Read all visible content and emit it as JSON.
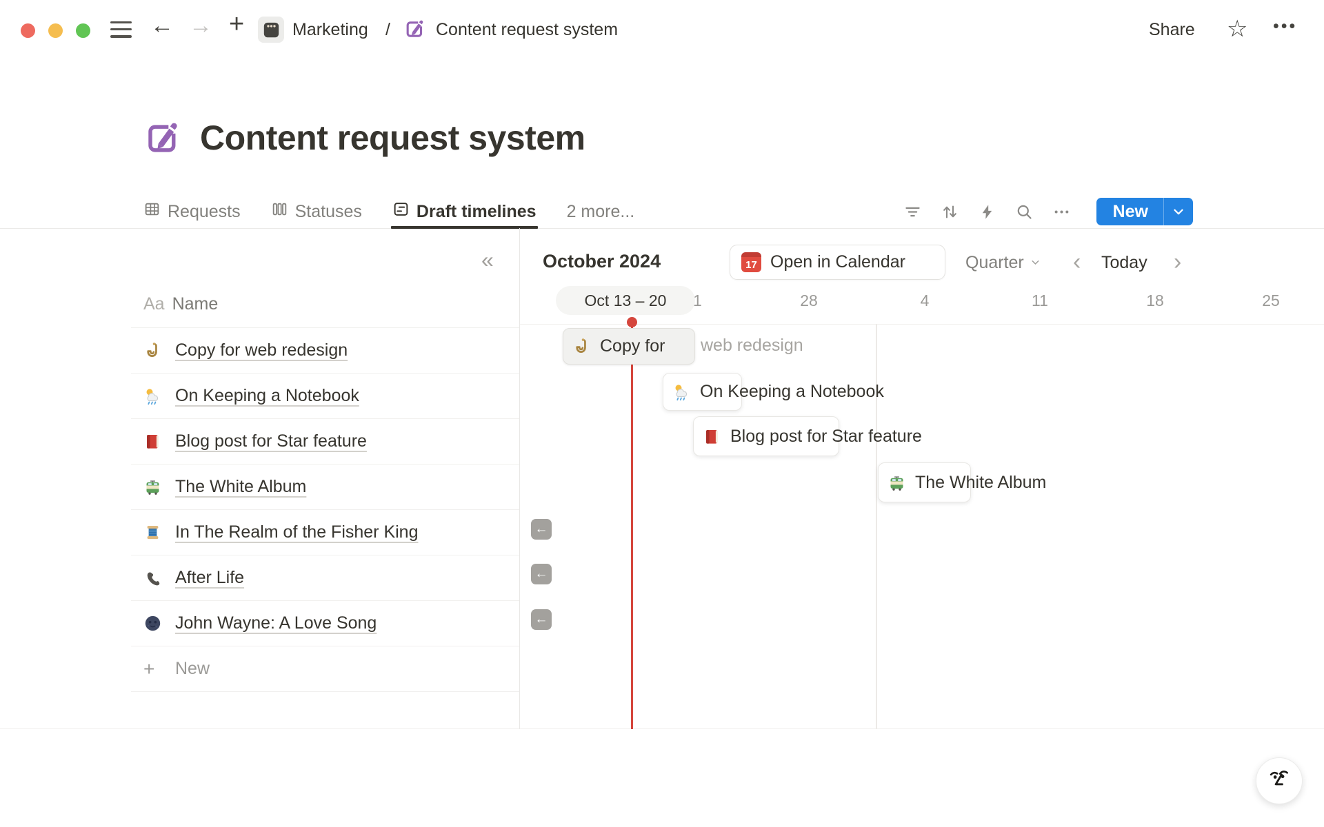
{
  "window": {
    "nav": {
      "back": "←",
      "forward": "→",
      "new_tab": "+"
    },
    "breadcrumb": {
      "workspace": "Marketing",
      "separator": "/",
      "page": "Content request system"
    },
    "actions": {
      "share": "Share",
      "favorite_icon": "☆",
      "more_icon": "•••"
    }
  },
  "page": {
    "title": "Content request system"
  },
  "view_tabs": [
    {
      "label": "Requests",
      "icon": "table-icon",
      "active": false
    },
    {
      "label": "Statuses",
      "icon": "board-icon",
      "active": false
    },
    {
      "label": "Draft timelines",
      "icon": "timeline-icon",
      "active": true
    },
    {
      "label": "2 more...",
      "icon": "",
      "active": false
    }
  ],
  "view_toolbar": {
    "icons": [
      "filter-icon",
      "sort-icon",
      "automation-icon",
      "search-icon",
      "more-icon"
    ],
    "new_button": {
      "label": "New"
    }
  },
  "table_panel": {
    "collapse_icon": "«",
    "header": {
      "type_icon": "Aa",
      "label": "Name"
    },
    "rows": [
      {
        "emoji": "hook",
        "title": "Copy for web redesign"
      },
      {
        "emoji": "sun-rain-cloud",
        "title": "On Keeping a Notebook"
      },
      {
        "emoji": "red-book",
        "title": "Blog post for Star feature"
      },
      {
        "emoji": "tram",
        "title": "The White Album"
      },
      {
        "emoji": "thread-spool",
        "title": "In The Realm of the Fisher King"
      },
      {
        "emoji": "telephone",
        "title": "After Life"
      },
      {
        "emoji": "moon-face",
        "title": "John Wayne: A Love Song"
      }
    ],
    "new_row": {
      "plus": "+",
      "label": "New"
    }
  },
  "timeline": {
    "month_label": "October 2024",
    "calendar_button": {
      "icon_day": "17",
      "label": "Open in Calendar"
    },
    "zoom_select": {
      "value": "Quarter"
    },
    "nav": {
      "prev": "‹",
      "today": "Today",
      "next": "›"
    },
    "date_header": {
      "range_pill": "Oct 13 – 20",
      "ticks": [
        "21",
        "28",
        "4",
        "11",
        "18",
        "25"
      ]
    },
    "bars": [
      {
        "emoji": "hook",
        "label": "Copy for",
        "overflow": "web redesign",
        "variant": "drag"
      },
      {
        "emoji": "sun-rain-cloud",
        "label": "On Keeping a Notebook",
        "variant": "card"
      },
      {
        "emoji": "red-book",
        "label": "Blog post for Star feature",
        "variant": "card"
      },
      {
        "emoji": "tram",
        "label": "The White Album",
        "variant": "card"
      }
    ],
    "scroll_back_buttons": [
      "←",
      "←",
      "←"
    ]
  },
  "colors": {
    "accent_blue": "#2383e2",
    "today_red": "#d5463d",
    "text_dark": "#37352f",
    "text_gray": "#9b9a97",
    "purple": "#9464b4",
    "calendar_red": "#e04b3f"
  }
}
